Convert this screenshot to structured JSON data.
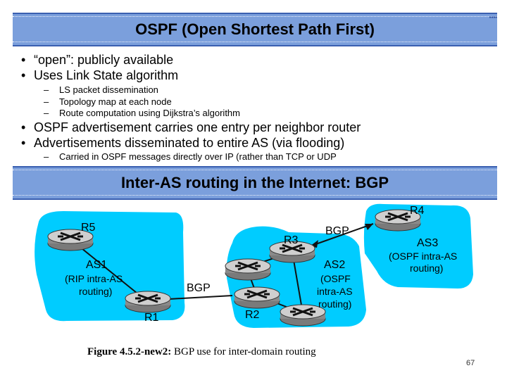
{
  "header": {
    "title": "OSPF (Open Shortest Path First)"
  },
  "bullets": [
    "“open”: publicly available",
    "Uses Link State algorithm",
    "OSPF advertisement carries one entry per neighbor router",
    "Advertisements disseminated to entire AS (via flooding)"
  ],
  "subbullets_ls": [
    "LS packet dissemination",
    "Topology map at each node",
    "Route computation using Dijkstra’s algorithm"
  ],
  "subbullet_flood": "Carried in OSPF messages directly over IP (rather than TCP or UDP",
  "section": {
    "title": "Inter-AS routing in the Internet: BGP"
  },
  "diagram": {
    "routers": {
      "r1": "R1",
      "r2": "R2",
      "r3": "R3",
      "r4": "R4",
      "r5": "R5"
    },
    "as1": {
      "name": "AS1",
      "proto_line1": "(RIP intra-AS",
      "proto_line2": "routing)"
    },
    "as2": {
      "name": "AS2",
      "proto_line1": "(OSPF",
      "proto_line2": "intra-AS",
      "proto_line3": "routing)"
    },
    "as3": {
      "name": "AS3",
      "proto_line1": "(OSPF intra-AS",
      "proto_line2": "routing)"
    },
    "bgp_left": "BGP",
    "bgp_right": "BGP",
    "cloud_color": "#00ccff"
  },
  "caption": {
    "label": "Figure 4.5.2-new2:",
    "text": " BGP use for inter-domain routing"
  },
  "page_number": "67"
}
